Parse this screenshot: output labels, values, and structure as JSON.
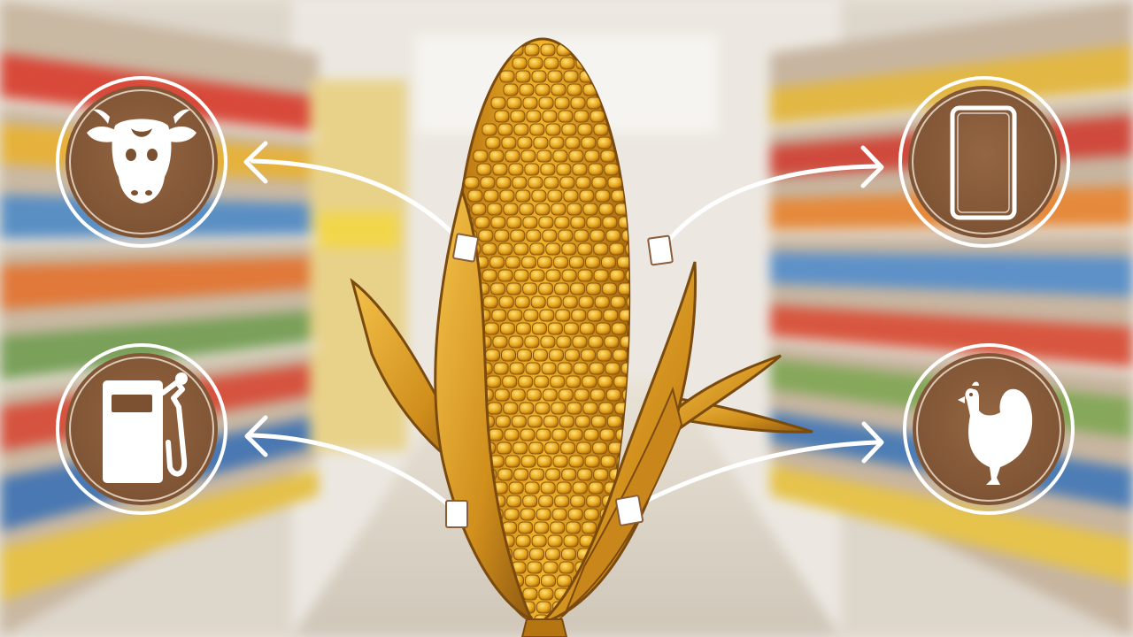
{
  "scene": {
    "background": "blurred-supermarket-aisle",
    "center": "corn-cob-in-husk",
    "badge_color": "#8a5d3b",
    "ring_color": "#ffffff",
    "arrow_color": "#ffffff"
  },
  "icons": [
    {
      "name": "cow-head-icon",
      "position": "top-left"
    },
    {
      "name": "food-package-icon",
      "position": "top-right"
    },
    {
      "name": "fuel-pump-icon",
      "position": "bottom-left"
    },
    {
      "name": "chicken-icon",
      "position": "bottom-right"
    }
  ],
  "colors": {
    "kernel": "#e8a920",
    "kernel_highlight": "#f8d45a",
    "husk": "#d9981f",
    "husk_dark": "#8f5a12"
  }
}
